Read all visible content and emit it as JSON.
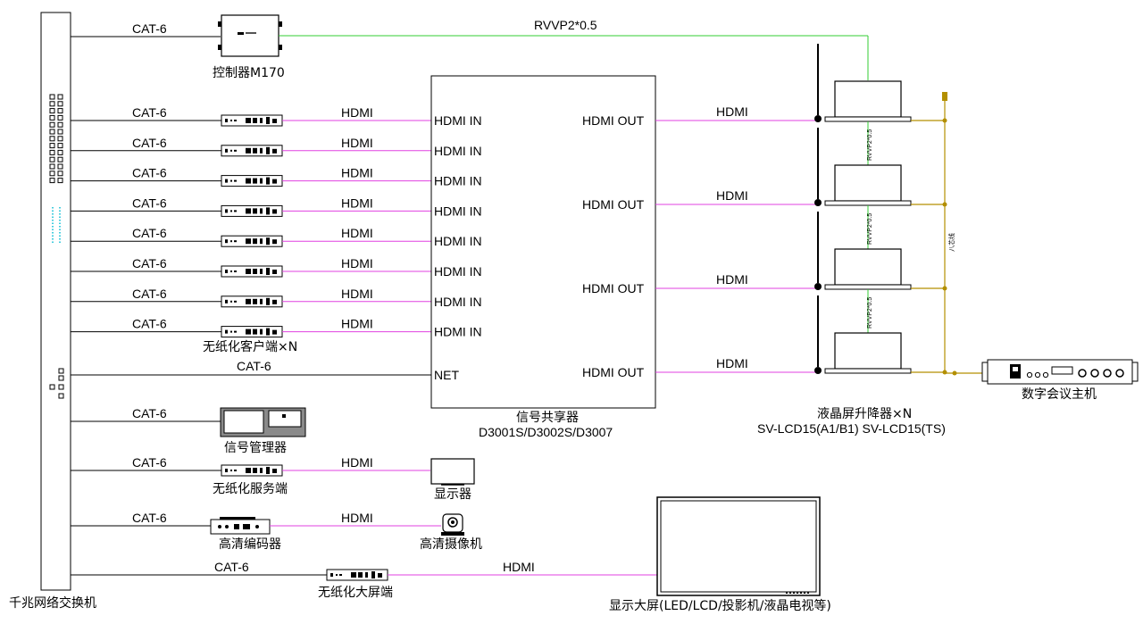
{
  "colors": {
    "cat6_line": "#000000",
    "hdmi_line": "#e040e0",
    "rvvp_line": "#33cc33",
    "bus_line": "#b38f00",
    "device_fill": "#ffffff",
    "stroke": "#000000"
  },
  "switch": {
    "label": "千兆网络交换机"
  },
  "controller": {
    "label": "控制器M170",
    "top_cable": "CAT-6",
    "control_cable": "RVVP2*0.5"
  },
  "clients": {
    "label": "无纸化客户端×N",
    "cable_in": "CAT-6",
    "cable_out": "HDMI",
    "count": 8
  },
  "sharer": {
    "title": "信号共享器",
    "model": "D3001S/D3002S/D3007",
    "inputs": [
      "HDMI IN",
      "HDMI IN",
      "HDMI IN",
      "HDMI IN",
      "HDMI IN",
      "HDMI IN",
      "HDMI IN",
      "HDMI IN"
    ],
    "net_label": "NET",
    "net_cable": "CAT-6",
    "outputs": [
      "HDMI OUT",
      "HDMI OUT",
      "HDMI OUT",
      "HDMI OUT"
    ],
    "out_cable": "HDMI"
  },
  "lifts": {
    "label": "液晶屏升降器×N",
    "model": "SV-LCD15(A1/B1)  SV-LCD15(TS)",
    "link_cable": "RVVP2*0.5",
    "count": 4
  },
  "bus": {
    "label": "八芯线"
  },
  "conference_host": {
    "label": "数字会议主机"
  },
  "signal_manager": {
    "label": "信号管理器",
    "cable": "CAT-6"
  },
  "server": {
    "label": "无纸化服务端",
    "cable_in": "CAT-6",
    "cable_out": "HDMI"
  },
  "monitor": {
    "label": "显示器"
  },
  "encoder": {
    "label": "高清编码器",
    "cable_in": "CAT-6",
    "cable_out": "HDMI"
  },
  "camera": {
    "label": "高清摄像机"
  },
  "bigscreen_client": {
    "label": "无纸化大屏端",
    "cable_in": "CAT-6",
    "cable_out": "HDMI"
  },
  "bigscreen": {
    "label": "显示大屏(LED/LCD/投影机/液晶电视等)"
  }
}
